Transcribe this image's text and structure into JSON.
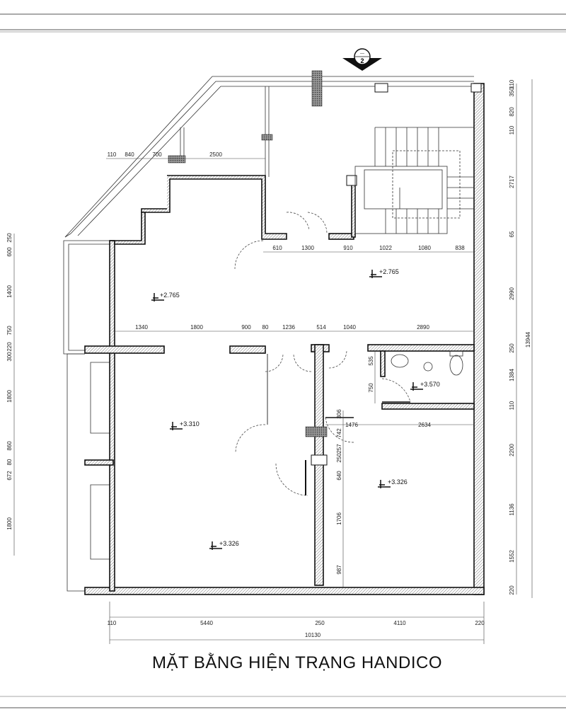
{
  "title": "MẶT BẰNG HIỆN TRẠNG HANDICO",
  "section_marker": {
    "top": "---",
    "number": "2"
  },
  "dims_top_row": [
    "110",
    "840",
    "700",
    "2500"
  ],
  "dims_upper_row": [
    "610",
    "1300",
    "910",
    "1022",
    "1080",
    "838"
  ],
  "dims_middle_row": [
    "1340",
    "1800",
    "900",
    "80",
    "1236",
    "514",
    "1040",
    "2890"
  ],
  "dims_bathroom": [
    "535",
    "750"
  ],
  "dims_lower_row": [
    "1476",
    "2634"
  ],
  "dims_corridor": [
    "306",
    "742",
    "257",
    "250",
    "640",
    "1706",
    "987"
  ],
  "dims_bottom": [
    "110",
    "5440",
    "250",
    "4110",
    "220"
  ],
  "dims_bottom_total": "10130",
  "dims_right": [
    "110",
    "350",
    "820",
    "110",
    "2717",
    "65",
    "2990",
    "250",
    "1384",
    "110",
    "2200",
    "1136",
    "1552",
    "220"
  ],
  "dims_right_total": "13944",
  "dims_left": [
    "250",
    "600",
    "1400",
    "750",
    "220",
    "300",
    "1800",
    "860",
    "80",
    "672",
    "1800"
  ],
  "levels": [
    "+2.765",
    "+2.765",
    "+3.310",
    "+3.570",
    "+3.326",
    "+3.326"
  ]
}
